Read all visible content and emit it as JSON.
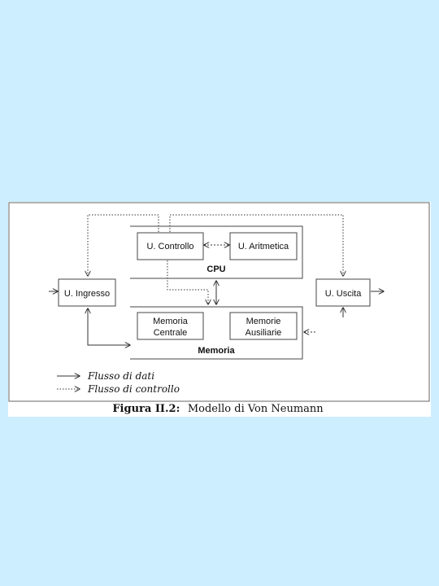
{
  "diagram": {
    "cpu": {
      "label": "CPU",
      "control_unit": "U. Controllo",
      "arithmetic_unit": "U. Aritmetica"
    },
    "memory": {
      "label": "Memoria",
      "central": [
        "Memoria",
        "Centrale"
      ],
      "auxiliary": [
        "Memorie",
        "Ausiliarie"
      ]
    },
    "input_unit": "U. Ingresso",
    "output_unit": "U. Uscita"
  },
  "legend": {
    "data_flow": "Flusso di dati",
    "control_flow": "Flusso di controllo"
  },
  "caption": {
    "number": "Figura II.2:",
    "text": "Modello di Von Neumann"
  }
}
